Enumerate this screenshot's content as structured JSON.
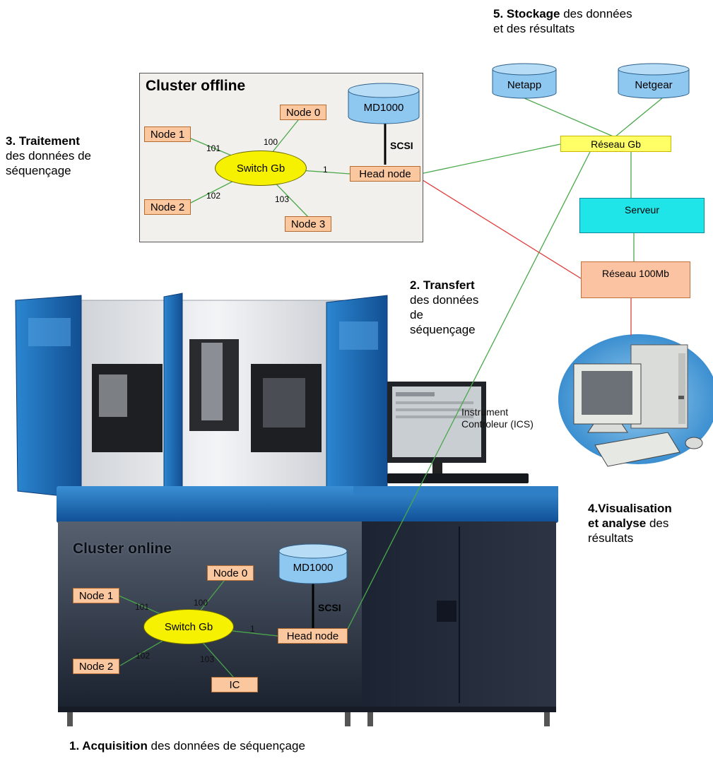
{
  "captions": {
    "step5": {
      "bold": "5. Stockage",
      "rest": " des données",
      "line2": "et des résultats"
    },
    "step3": {
      "bold": "3. Traitement",
      "line2": "des données de",
      "line3": "séquençage"
    },
    "step2": {
      "bold": "2. Transfert",
      "line2": "des données",
      "line3": "de",
      "line4": "séquençage"
    },
    "step4": {
      "bold": "4.Visualisation",
      "line2_bold": "et analyse",
      "line2_rest": " des",
      "line3": "résultats"
    },
    "step1": {
      "bold": "1. Acquisition",
      "rest": " des données de séquençage"
    }
  },
  "cluster_offline": {
    "title": "Cluster offline",
    "storage": "MD1000",
    "link": "SCSI",
    "switch": "Switch Gb",
    "head": "Head node",
    "nodes": [
      "Node 0",
      "Node 1",
      "Node 2",
      "Node 3"
    ],
    "edges": {
      "n0": "100",
      "n1": "101",
      "n2": "102",
      "n3": "103",
      "head": "1"
    }
  },
  "cluster_online": {
    "title": "Cluster online",
    "storage": "MD1000",
    "link": "SCSI",
    "switch": "Switch Gb",
    "head": "Head node",
    "nodes": [
      "Node 0",
      "Node 1",
      "Node 2",
      "IC"
    ],
    "edges": {
      "n0": "100",
      "n1": "101",
      "n2": "102",
      "n3": "103",
      "head": "1"
    }
  },
  "storage": {
    "netapp": "Netapp",
    "netgear": "Netgear"
  },
  "network": {
    "reseau_gb": "Réseau Gb",
    "serveur": "Serveur",
    "reseau_100": "Réseau 100Mb"
  },
  "instrument": {
    "line1": "Instrument",
    "line2": "Controleur (ICS)"
  },
  "colors": {
    "node_fill": "#fbc79f",
    "switch_fill": "#f5f100",
    "storage_fill": "#8ec7ef",
    "reseau_gb_fill": "#ffff66",
    "serveur_fill": "#1fe5e8",
    "reseau_100_fill": "#fbc3a1",
    "green_link": "#4aa84a",
    "red_link": "#e03b3b"
  }
}
